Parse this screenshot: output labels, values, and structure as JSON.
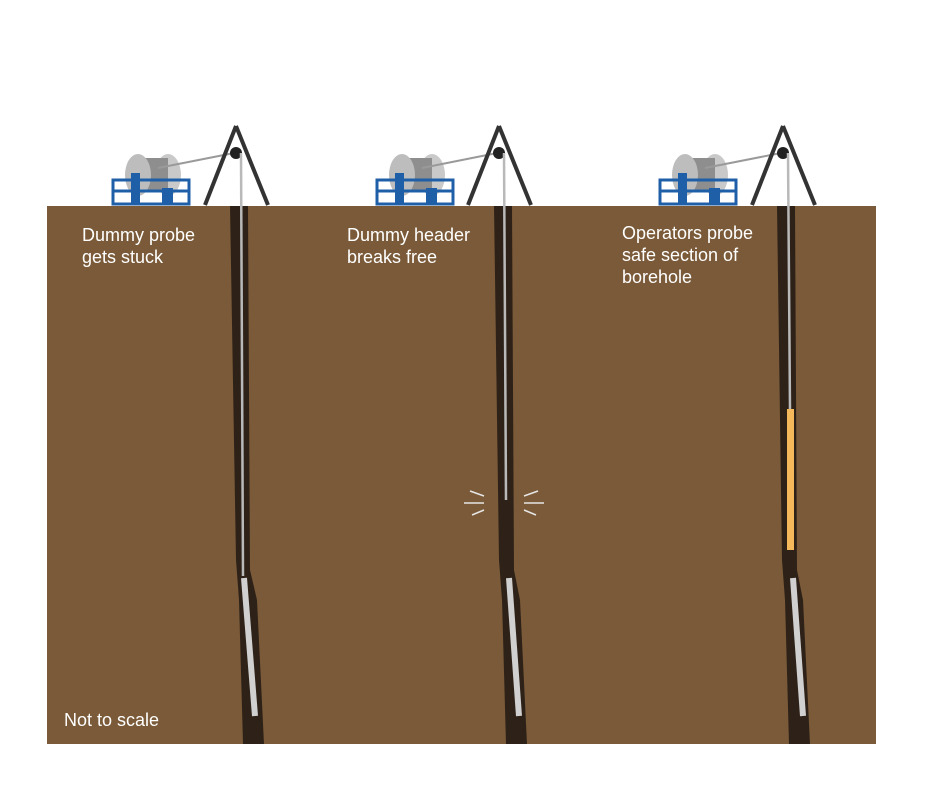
{
  "panels": [
    {
      "label": "Dummy probe gets stuck"
    },
    {
      "label": "Dummy header breaks free"
    },
    {
      "label": "Operators probe safe section of borehole"
    }
  ],
  "footnote": "Not to scale",
  "colors": {
    "ground": "#7a5a38",
    "borehole": "#2e2218",
    "cable": "#b9b9b9",
    "winch_frame": "#1f5fa8",
    "winch_drum": "#b8b8b8",
    "tripod": "#333333",
    "probe": "#d0d0d0",
    "safe_probe": "#f5b85a"
  }
}
